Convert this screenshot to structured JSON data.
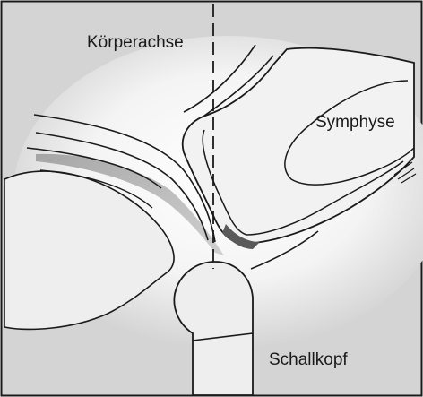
{
  "labels": {
    "body_axis": "Körperachse",
    "symphysis": "Symphyse",
    "probe": "Schallkopf"
  },
  "colors": {
    "background": "#d4d4d4",
    "tissue": "#eeeeee",
    "highlight": "#fafafa",
    "shadow": "#7a7a7a",
    "outline": "#1a1a1a"
  }
}
